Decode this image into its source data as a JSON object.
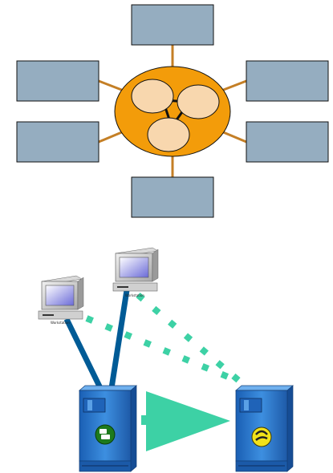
{
  "hub_diagram": {
    "boxes": [
      {
        "id": "top",
        "label": ""
      },
      {
        "id": "left-upper",
        "label": ""
      },
      {
        "id": "right-upper",
        "label": ""
      },
      {
        "id": "left-lower",
        "label": ""
      },
      {
        "id": "right-lower",
        "label": ""
      },
      {
        "id": "bottom",
        "label": ""
      }
    ],
    "inner_nodes": 3,
    "colors": {
      "box_fill": "#95adc0",
      "hub_fill": "#f39c0a",
      "inner_node_fill": "#f8d7ae",
      "connector": "#c47f26"
    }
  },
  "network_diagram": {
    "workstations": [
      {
        "id": "workstation-left",
        "label": "Workstation"
      },
      {
        "id": "workstation-right",
        "label": "Workstation"
      }
    ],
    "servers": [
      {
        "id": "server-left",
        "badge": "green-server-icon"
      },
      {
        "id": "server-right",
        "badge": "yellow-server-icon"
      }
    ],
    "colors": {
      "wired_link": "#005b96",
      "wireless_link": "#3dd1a5",
      "arrow": "#3dd1a5",
      "server_body": "#2a7fd0"
    }
  }
}
